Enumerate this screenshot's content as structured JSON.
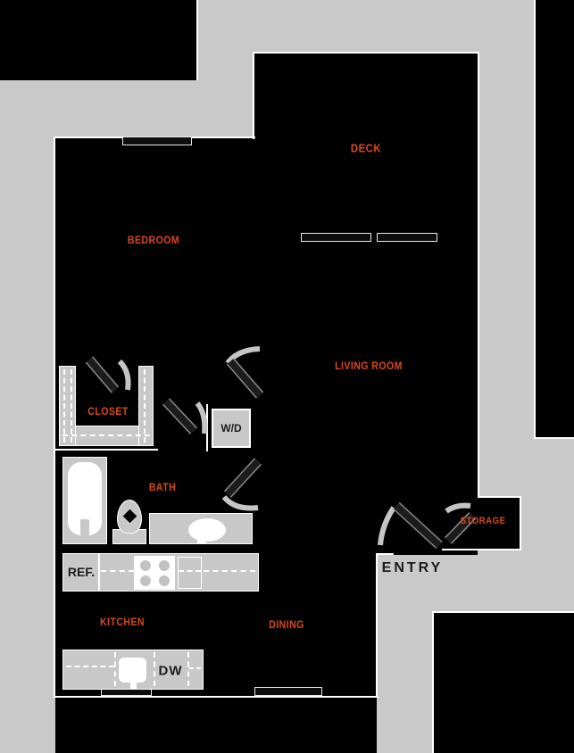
{
  "floorplan": {
    "rooms": {
      "deck": "DECK",
      "bedroom": "BEDROOM",
      "living_room": "LIVING ROOM",
      "closet": "CLOSET",
      "bath": "BATH",
      "storage": "STORAGE",
      "kitchen": "KITCHEN",
      "dining": "DINING"
    },
    "fixtures": {
      "washer_dryer": "W/D",
      "refrigerator": "REF.",
      "dishwasher": "DW",
      "entry": "ENTRY"
    },
    "colors": {
      "room_label_orange": "#d8491b",
      "fixture_label_black": "#1c1c1c",
      "background_gray": "#c9c9c9",
      "interior_black": "#010101",
      "fixture_gray": "#c8c8c8",
      "wall_outline_white": "#ffffff"
    }
  }
}
